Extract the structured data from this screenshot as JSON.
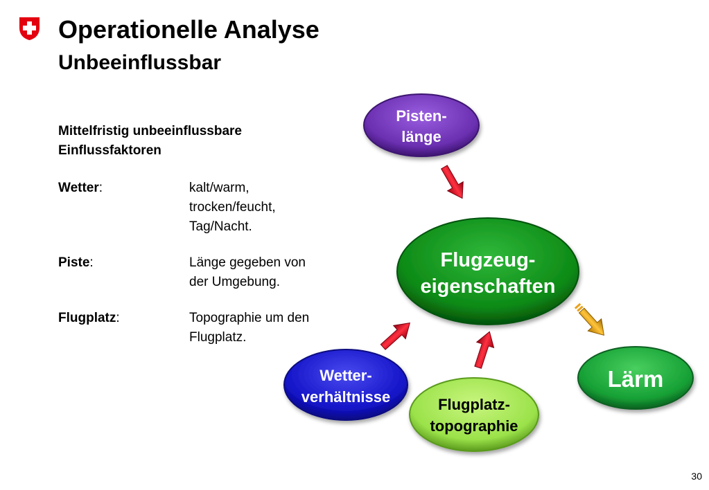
{
  "header": {
    "title": "Operationelle Analyse",
    "subtitle": "Unbeeinflussbar",
    "logo_icon": "swiss-cross-icon"
  },
  "factors": {
    "heading_line1": "Mittelfristig unbeeinflussbare",
    "heading_line2": "Einflussfaktoren",
    "items": [
      {
        "name": "Wetter",
        "colon": ":",
        "lines": [
          "kalt/warm,",
          "trocken/feucht,",
          "Tag/Nacht."
        ]
      },
      {
        "name": "Piste",
        "colon": ":",
        "lines": [
          "Länge gegeben von",
          "der Umgebung."
        ]
      },
      {
        "name": "Flugplatz",
        "colon": ":",
        "lines": [
          "Topographie um den",
          "Flugplatz."
        ]
      }
    ]
  },
  "diagram": {
    "nodes": {
      "pistenlaenge": {
        "line1": "Pisten-",
        "line2": "länge",
        "color": "#6a2fb0",
        "text_color": "#ffffff"
      },
      "flugzeug": {
        "line1": "Flugzeug-",
        "line2": "eigenschaften",
        "color": "#0d8a16",
        "text_color": "#ffffff"
      },
      "wetter": {
        "line1": "Wetter-",
        "line2": "verhältnisse",
        "color": "#1414c8",
        "text_color": "#ffffff"
      },
      "flugplatz": {
        "line1": "Flugplatz-",
        "line2": "topographie",
        "color": "#9be24a",
        "text_color": "#000000"
      },
      "laerm": {
        "line1": "Lärm",
        "color": "#16a035",
        "text_color": "#ffffff"
      }
    },
    "arrow_colors": {
      "influence": "#e8202a",
      "output": "#eaa21a"
    }
  },
  "footer": {
    "page_number": "30"
  }
}
